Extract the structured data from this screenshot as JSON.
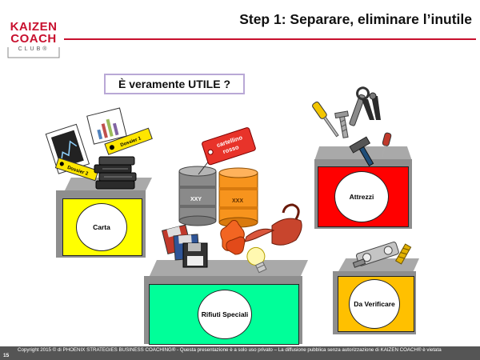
{
  "header": {
    "logo_line1": "KAIZEN",
    "logo_line2": "COACH",
    "logo_line3": "CLUB®",
    "title": "Step 1: Separare, eliminare l’inutile"
  },
  "question": "È veramente UTILE ?",
  "labels": {
    "dossier_1": "Dossier 1",
    "dossier_2": "Dossier 2",
    "barrel_1": "XXY",
    "barrel_2": "XXX",
    "tag": "cartellino\nrosso"
  },
  "bins": [
    {
      "label": "Carta",
      "color": "#ffff00"
    },
    {
      "label": "Rifiuti Speciali",
      "color": "#00ff99"
    },
    {
      "label": "Attrezzi",
      "color": "#ff0000"
    },
    {
      "label": "Da Verificare",
      "color": "#ffc000"
    }
  ],
  "footer": {
    "slide_number": "15",
    "text": "Copyright 2015 © di PHOENIX STRATEGIES BUSINESS COACHING® - Questa presentazione è a solo uso privato – La diffusione pubblica senza autorizzazione di KAIZEN COACH® è vietata"
  }
}
